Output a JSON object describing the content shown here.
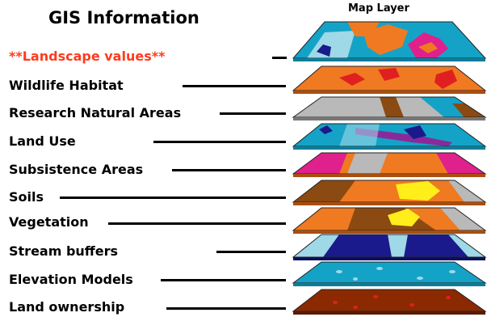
{
  "header": {
    "title": "GIS Information",
    "map_title": "Map Layer"
  },
  "layers": [
    {
      "label": "**Landscape values**",
      "highlight": true
    },
    {
      "label": "Wildlife Habitat"
    },
    {
      "label": "Research Natural Areas"
    },
    {
      "label": "Land Use"
    },
    {
      "label": "Subsistence Areas"
    },
    {
      "label": "Soils"
    },
    {
      "label": "Vegetation"
    },
    {
      "label": "Stream buffers"
    },
    {
      "label": "Elevation Models"
    },
    {
      "label": "Land ownership"
    }
  ],
  "colors": {
    "highlight_text": "#ff3b1e",
    "blue": "#14a3c7",
    "orange": "#f07a22",
    "gray": "#b9b9b9",
    "brown": "#8a4a12",
    "magenta": "#e0208c",
    "yellow": "#ffee1a",
    "navy": "#1a1a8c",
    "lightblue": "#9fd8e6",
    "darkred": "#8b2a00",
    "purple": "#8a2a9a",
    "red": "#e02020"
  }
}
